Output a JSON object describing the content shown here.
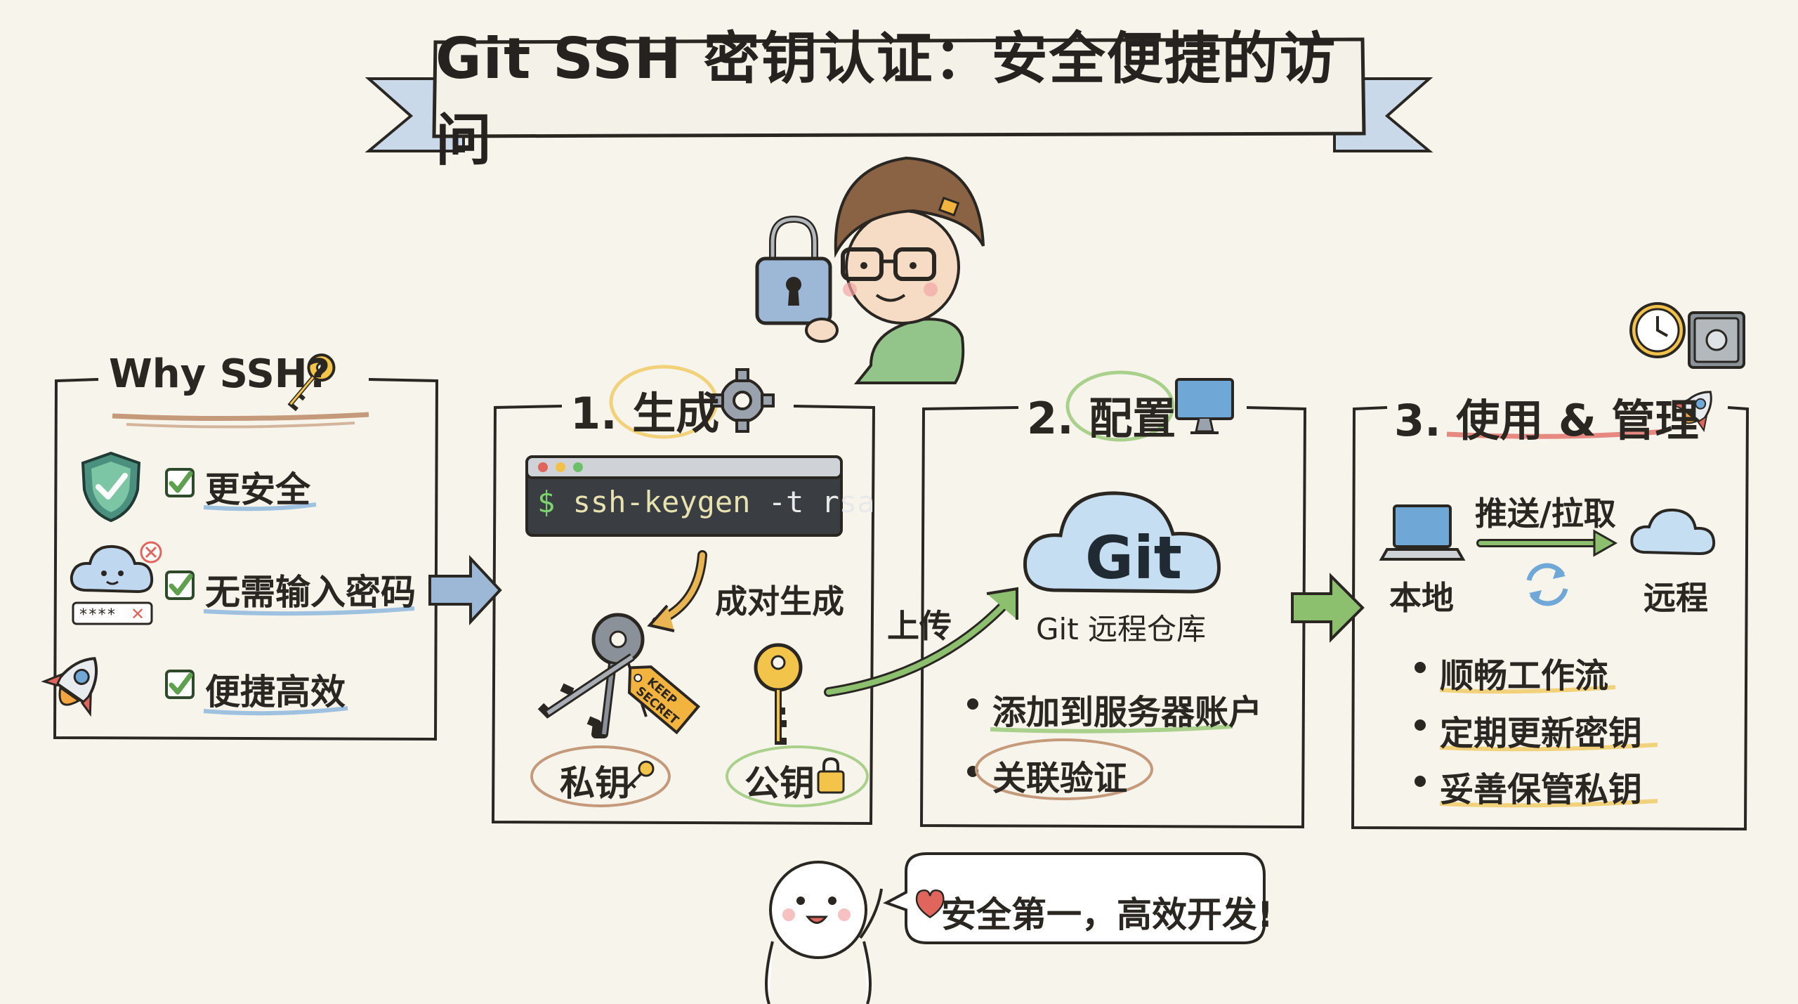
{
  "title": "Git SSH 密钥认证：安全便捷的访问",
  "why": {
    "heading": "Why SSH?",
    "items": [
      "更安全",
      "无需输入密码",
      "便捷高效"
    ],
    "password_mask": "****"
  },
  "generate": {
    "heading": "1. 生成",
    "command_prompt": "$",
    "command": "ssh-keygen",
    "command_flag": "-t rsa",
    "pair_note": "成对生成",
    "tag_text": "KEEP SECRET",
    "private_key": "私钥",
    "public_key": "公钥"
  },
  "configure": {
    "heading": "2. 配置",
    "upload_label": "上传",
    "cloud_label": "Git",
    "repo_label": "Git 远程仓库",
    "bullets": [
      "添加到服务器账户",
      "关联验证"
    ]
  },
  "use": {
    "heading": "3. 使用 & 管理",
    "push_pull": "推送/拉取",
    "local": "本地",
    "remote": "远程",
    "bullets": [
      "顺畅工作流",
      "定期更新密钥",
      "妥善保管私钥"
    ]
  },
  "footer": {
    "bubble": "安全第一，高效开发!"
  },
  "colors": {
    "ink": "#2a2622",
    "paper": "#f7f4ec",
    "banner_blue": "#c9d9ea",
    "check_green": "#5fa04e",
    "arrow_blue": "#9cb8d6",
    "arrow_green": "#8cc06e",
    "underline_blue": "#9ec1e0",
    "underline_green": "#a9d18c",
    "underline_yellow": "#f1d27a",
    "underline_brown": "#c49a7a",
    "accent_red": "#e0655d"
  },
  "icons": [
    "padlock-icon",
    "key-icon",
    "gear-icon",
    "monitor-icon",
    "rocket-icon",
    "clock-icon",
    "safe-icon",
    "shield-icon",
    "cloud-icon",
    "laptop-icon",
    "sync-icon",
    "heart-icon",
    "checkbox-icon"
  ]
}
